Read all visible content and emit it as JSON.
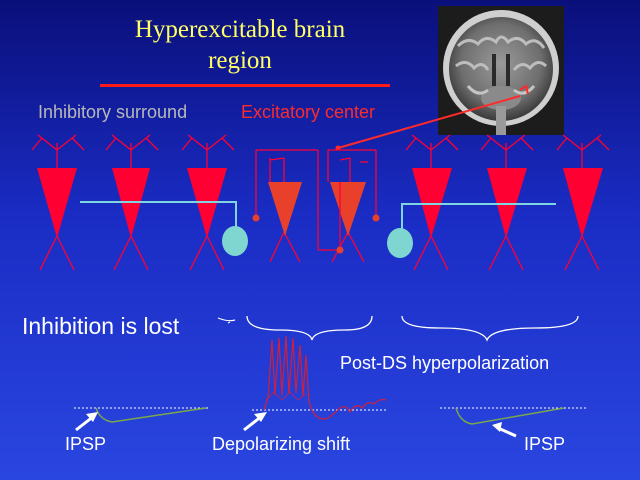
{
  "title_line1": "Hyperexcitable brain",
  "title_line2": "region",
  "labels": {
    "inhibitory_surround": "Inhibitory surround",
    "excitatory_center": "Excitatory center",
    "inhibition_lost": "Inhibition is lost",
    "post_ds": "Post-DS hyperpolarization",
    "ipsp_left": "IPSP",
    "depolarizing_shift": "Depolarizing shift",
    "ipsp_right": "IPSP"
  },
  "colors": {
    "background": "#1a2cc4",
    "title": "#ffff66",
    "neuron": "#ff0033",
    "center_neuron": "#e8402a",
    "interneuron": "#7fd6d0",
    "axon": "#7fd6e0",
    "trace_green": "#7aa84a",
    "trace_red": "#d0203a"
  },
  "icons": {
    "mri": "mri-brain-image",
    "arrow": "white-arrow-icon"
  }
}
